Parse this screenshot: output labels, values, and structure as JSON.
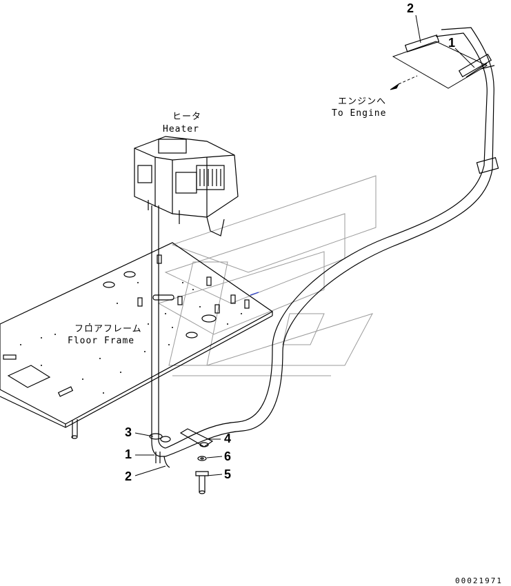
{
  "labels": {
    "heater_jp": "ヒータ",
    "heater_en": "Heater",
    "floor_frame_jp": "フロアフレーム",
    "floor_frame_en": "Floor Frame",
    "to_engine_jp": "エンジンへ",
    "to_engine_en": "To Engine",
    "drawing_number": "00021971"
  },
  "callouts": [
    {
      "id": "top-2",
      "number": "2"
    },
    {
      "id": "top-1",
      "number": "1"
    },
    {
      "id": "bottom-3",
      "number": "3"
    },
    {
      "id": "bottom-1",
      "number": "1"
    },
    {
      "id": "bottom-2",
      "number": "2"
    },
    {
      "id": "bottom-4",
      "number": "4"
    },
    {
      "id": "bottom-6",
      "number": "6"
    },
    {
      "id": "bottom-5",
      "number": "5"
    }
  ],
  "colors": {
    "line": "#000000",
    "watermark": "#9a9a9a",
    "accent": "#3344cc"
  }
}
